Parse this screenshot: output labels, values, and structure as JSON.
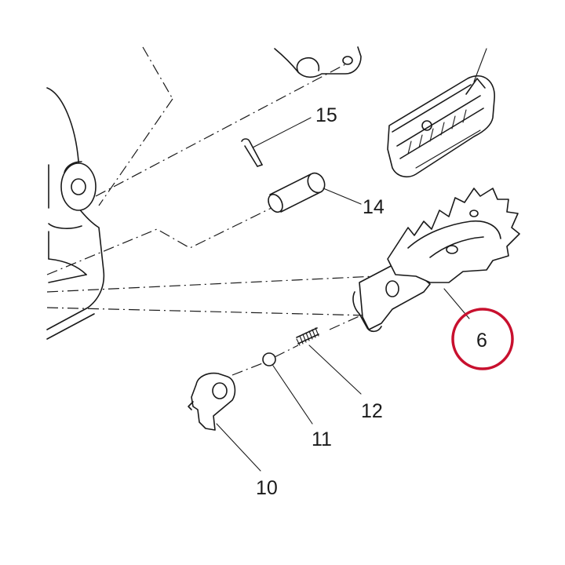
{
  "callouts": {
    "p6": "6",
    "p10": "10",
    "p11": "11",
    "p12": "12",
    "p14": "14",
    "p15": "15"
  },
  "colors": {
    "highlight": "#c8102e",
    "ink": "#1a1a1a"
  },
  "icons": {
    "highlight_marker": "red-circle-icon"
  }
}
